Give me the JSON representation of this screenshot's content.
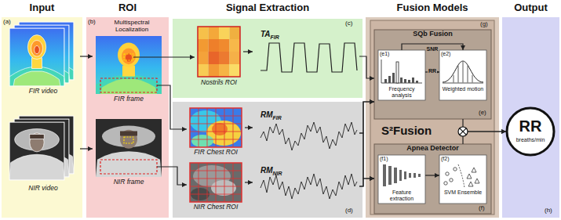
{
  "diagram": {
    "nodes": [
      {
        "text": [
          "Input"
        ]
      },
      {
        "text": [
          "FIR video"
        ],
        "in": 0
      },
      {
        "text": [
          "NIR video"
        ],
        "in": 0
      },
      {
        "text": [
          "ROI"
        ]
      },
      {
        "text": [
          "FIR frame"
        ],
        "in": 3
      },
      {
        "text": [
          "NIR frame"
        ],
        "in": 3
      },
      {
        "text": [
          "Signal Extraction"
        ]
      },
      {
        "text": [
          "Nostrils ROI"
        ],
        "in": 6
      },
      {
        "text": [
          "TA",
          "FIR"
        ],
        "in": 6
      },
      {
        "text": [
          "FIR Chest ROI"
        ],
        "in": 6
      },
      {
        "text": [
          "RM",
          "FIR"
        ],
        "in": 6
      },
      {
        "text": [
          "NIR Chest ROI"
        ],
        "in": 6
      },
      {
        "text": [
          "RM",
          "NIR"
        ],
        "in": 6
      },
      {
        "text": [
          "Fusion Models"
        ]
      },
      {
        "text": [
          "S²Fusion"
        ],
        "in": 13
      },
      {
        "text": [
          "SQb Fusion"
        ],
        "in": 14
      },
      {
        "text": [
          "Frequency analysis"
        ],
        "in": 15
      },
      {
        "text": [
          "Weighted motion"
        ],
        "in": 15
      },
      {
        "text": [
          "Apnea Detector"
        ],
        "in": 14
      },
      {
        "text": [
          "Feature extraction"
        ],
        "in": 18
      },
      {
        "text": [
          "SVM Ensemble"
        ],
        "in": 18
      },
      {
        "text": [
          "Output"
        ]
      },
      {
        "text": [
          "RR",
          "breaths/min"
        ],
        "in": 21
      }
    ],
    "edges": [
      {
        "from": 1,
        "to": 4,
        "arrow": "to"
      },
      {
        "from": 2,
        "to": 5,
        "arrow": "to"
      },
      {
        "from": 4,
        "to": 7,
        "arrow": "to"
      },
      {
        "from": 4,
        "to": 9,
        "arrow": "to"
      },
      {
        "from": 5,
        "to": 11,
        "arrow": "to"
      },
      {
        "from": 7,
        "to": 8,
        "arrow": "to"
      },
      {
        "from": 9,
        "to": 10,
        "arrow": "to"
      },
      {
        "from": 11,
        "to": 12,
        "arrow": "to"
      },
      {
        "from": 8,
        "to": 15,
        "arrow": "to"
      },
      {
        "from": 10,
        "to": 15,
        "arrow": "to"
      },
      {
        "from": 10,
        "to": 18,
        "arrow": "to"
      },
      {
        "from": 12,
        "to": 15,
        "arrow": "to"
      },
      {
        "from": 12,
        "to": 18,
        "arrow": "to"
      },
      {
        "from": 16,
        "to": 17,
        "label": "RR",
        "arrow": "to"
      },
      {
        "from": 16,
        "to": 17,
        "label": "SNR",
        "arrow": "to"
      },
      {
        "from": 19,
        "to": 20,
        "arrow": "to"
      },
      {
        "from": 15,
        "to": 22,
        "arrow": "to"
      },
      {
        "from": 18,
        "to": 22,
        "arrow": "to"
      }
    ],
    "labels": [
      "(a)",
      "(b)",
      "Multispectral Localization",
      "(c)",
      "(d)",
      "(g)",
      "(e)",
      "(e1)",
      "(e2)",
      "(f)",
      "(f1)",
      "(f2)",
      "(h)"
    ]
  }
}
